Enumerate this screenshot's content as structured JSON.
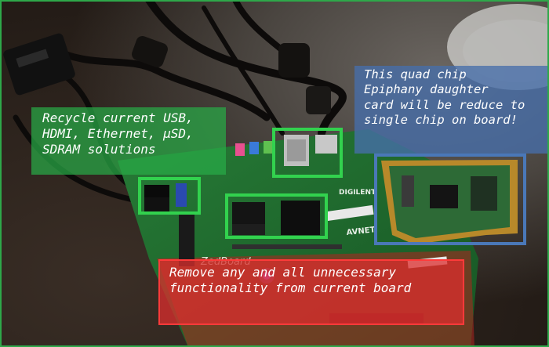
{
  "callouts": {
    "recycle": "Recycle current USB,\nHDMI, Ethernet, µSD,\nSDRAM solutions",
    "daughter_card": "This quad chip\nEpiphany daughter\ncard will be reduce to\nsingle chip on board!",
    "remove": "Remove any and all unnecessary\nfunctionality from current board"
  },
  "board": {
    "brand": "ZedBoard",
    "vendor": "DIGILENT",
    "distributor": "AVNET"
  },
  "colors": {
    "highlight_green": "#32d24e",
    "highlight_blue": "#4a78b8",
    "callout_red": "#dc2d2d"
  }
}
